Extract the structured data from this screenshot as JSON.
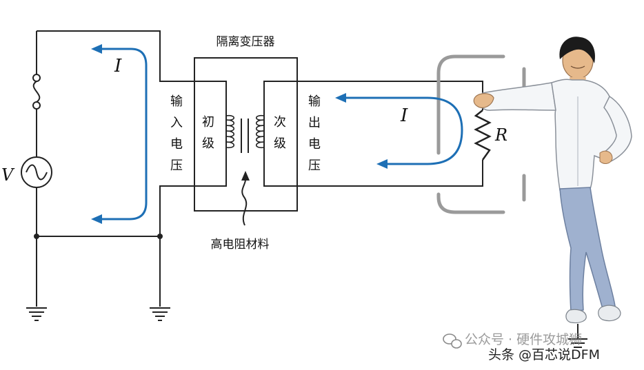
{
  "labels": {
    "transformer_title": "隔离变压器",
    "input_voltage": [
      "输",
      "入",
      "电",
      "压"
    ],
    "output_voltage": [
      "输",
      "出",
      "电",
      "压"
    ],
    "primary": [
      "初",
      "级"
    ],
    "secondary": [
      "次",
      "级"
    ],
    "material": "高电阻材料",
    "current_left": "I",
    "current_right": "I",
    "source": "V",
    "resistor": "R"
  },
  "watermark": {
    "line1": "公众号 · 硬件攻城狮",
    "line2": "头条 @百芯说DFM"
  },
  "colors": {
    "wire": "#222222",
    "current_arrow": "#1d6fb5",
    "shield": "#9a9a9a"
  }
}
